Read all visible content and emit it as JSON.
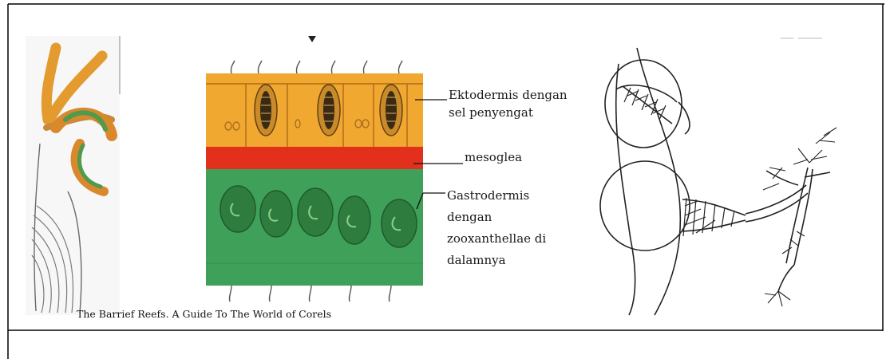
{
  "labels": {
    "ektodermis_line1": "Ektodermis dengan",
    "ektodermis_line2": "sel penyengat",
    "mesoglea": "mesoglea",
    "gastrodermis_line1": "Gastrodermis",
    "gastrodermis_line2": "dengan",
    "gastrodermis_line3": "zooxanthellae di",
    "gastrodermis_line4": "dalamnya"
  },
  "caption": "The Barrief Reefs. A Guide To The World of Corels",
  "colors": {
    "ektodermis": "#f0a830",
    "mesoglea": "#e3301c",
    "gastrodermis": "#3fa05a",
    "zooxanthellae": "#2f7d3e",
    "ink": "#1a1a1a"
  },
  "icons": {
    "top_marker": "triangle-down-icon"
  }
}
